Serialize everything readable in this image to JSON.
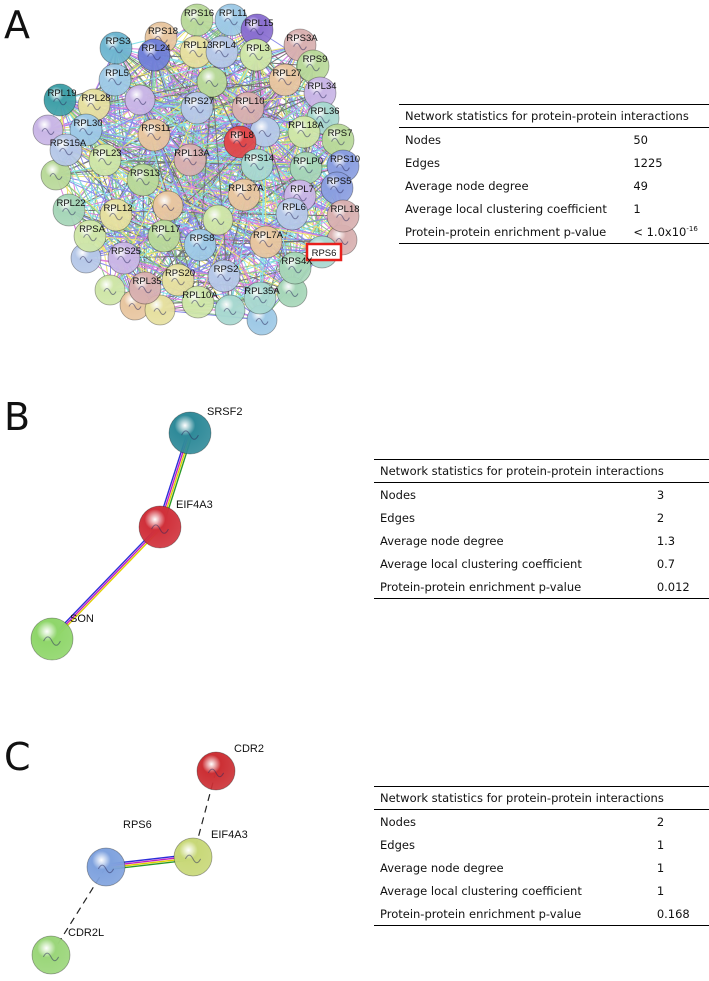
{
  "panels": [
    {
      "id": "A",
      "letter": "A",
      "table": {
        "title": "Network statistics for protein-protein interactions",
        "rows": [
          {
            "label": "Nodes",
            "value": "50"
          },
          {
            "label": "Edges",
            "value": "1225"
          },
          {
            "label": "Average node degree",
            "value": "49"
          },
          {
            "label": "Average local clustering coefficient",
            "value": "1"
          },
          {
            "label": "Protein-protein enrichment p-value",
            "value": "< 1.0x10",
            "sup": "-16"
          }
        ]
      },
      "highlighted_node": "RPS6",
      "highlight_color": "#e8201c",
      "node_labels": [
        "RPS16",
        "RPL11",
        "RPS18",
        "RPL15",
        "RPS3",
        "RPL13",
        "RPL4",
        "RPS3A",
        "RPL24",
        "RPL3",
        "RPS9",
        "RPL5",
        "RPL27",
        "RPL34",
        "RPL19",
        "RPL28",
        "RPS27",
        "RPL10",
        "RPL36",
        "RPL18A",
        "RPS7",
        "RPL30",
        "RPS11",
        "RPL8",
        "RPLP0",
        "RPS10",
        "RPS15A",
        "RPL13A",
        "RPS14",
        "RPL23",
        "RPS13",
        "RPS5",
        "RPL37A",
        "RPL7",
        "RPL22",
        "RPL12",
        "RPL6",
        "RPL18",
        "RPS6",
        "RPSA",
        "RPL17",
        "RPS8",
        "RPL7A",
        "RPS25",
        "RPS4X",
        "RPS20",
        "RPS2",
        "RPL35",
        "RPL35A",
        "RPL10A"
      ]
    },
    {
      "id": "B",
      "letter": "B",
      "table": {
        "title": "Network statistics for protein-protein interactions",
        "rows": [
          {
            "label": "Nodes",
            "value": "3"
          },
          {
            "label": "Edges",
            "value": "2"
          },
          {
            "label": "Average node degree",
            "value": "1.3"
          },
          {
            "label": "Average local clustering coefficient",
            "value": "0.7"
          },
          {
            "label": "Protein-protein enrichment p-value",
            "value": "0.012"
          }
        ]
      },
      "nodes": [
        {
          "name": "SRSF2",
          "color": "#2f8a99"
        },
        {
          "name": "EIF4A3",
          "color": "#d0303a"
        },
        {
          "name": "SON",
          "color": "#8fd66a"
        }
      ]
    },
    {
      "id": "C",
      "letter": "C",
      "table": {
        "title": "Network statistics for protein-protein interactions",
        "rows": [
          {
            "label": "Nodes",
            "value": "2"
          },
          {
            "label": "Edges",
            "value": "1"
          },
          {
            "label": "Average node degree",
            "value": "1"
          },
          {
            "label": "Average local clustering coefficient",
            "value": "1"
          },
          {
            "label": "Protein-protein enrichment p-value",
            "value": "0.168"
          }
        ]
      },
      "nodes": [
        {
          "name": "CDR2",
          "color": "#cc2f34"
        },
        {
          "name": "EIF4A3",
          "color": "#c8d878"
        },
        {
          "name": "RPS6",
          "color": "#7fa2de"
        },
        {
          "name": "CDR2L",
          "color": "#9bd67a"
        }
      ]
    }
  ]
}
